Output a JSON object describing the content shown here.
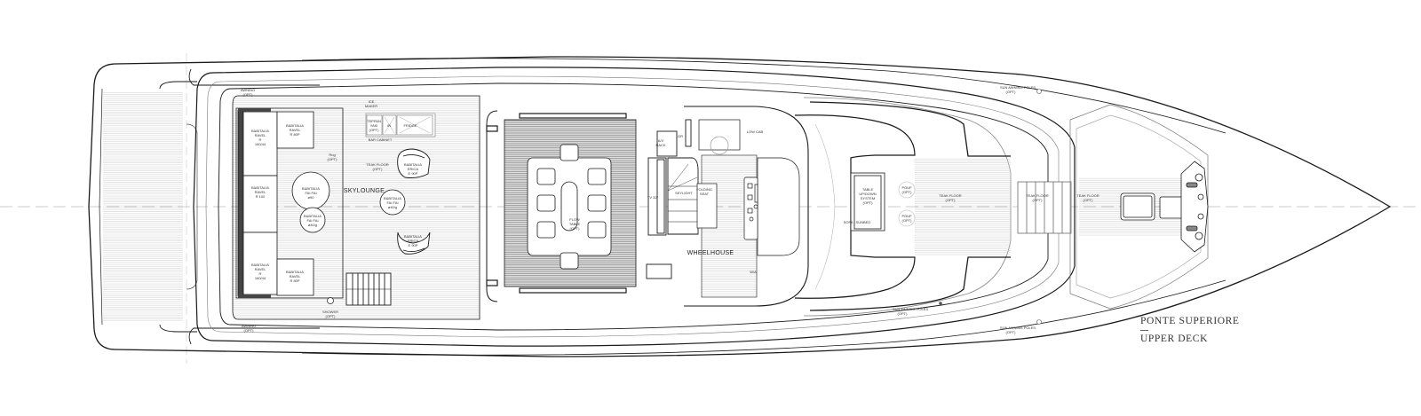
{
  "drawing": {
    "title_it": "PONTE SUPERIORE",
    "title_en": "UPPER DECK",
    "line_color": "#1a1a1a",
    "hatch_color": "#bdbdbd",
    "background": "#ffffff"
  },
  "rooms": {
    "skylounge": "SKYLOUNGE",
    "wheelhouse": "WHEELHOUSE"
  },
  "labels": {
    "awning_top": [
      "AWNING",
      "(OPT)"
    ],
    "awning_bottom": [
      "AWNING",
      "(OPT)"
    ],
    "ice_maker": [
      "ICE",
      "MAKER"
    ],
    "teppan": [
      "TEPPAN",
      "YAKI",
      "(OPT)"
    ],
    "ice_small": "IN",
    "fridge": "FRIDGE",
    "bar_cabinet": "BAR CABINET",
    "rug": [
      "Rug",
      "(OPT)"
    ],
    "teak_floor_lounge": [
      "TEAK FLOOR",
      "(OPT)"
    ],
    "shower": [
      "SHOWER",
      "(OPT)"
    ],
    "sofa_top": [
      "B&BITALIA",
      "RAVEL",
      "R",
      "160/44"
    ],
    "sofa_mid": [
      "B&BITALIA",
      "RAVEL",
      "R 100"
    ],
    "sofa_bottom": [
      "B&BITALIA",
      "RAVEL",
      "R",
      "160/44"
    ],
    "pouf_top": [
      "B&BITALIA",
      "RAVEL",
      "R 80P"
    ],
    "pouf_bottom": [
      "B&BITALIA",
      "RAVEL",
      "R 80P"
    ],
    "table_big": [
      "B&BITALIA",
      "FAI FAI",
      "ø90"
    ],
    "table_small": [
      "B&BITALIA",
      "FAI FAI",
      "ø40/g"
    ],
    "table_right": [
      "B&BITALIA",
      "FAI FAI",
      "ø40/g"
    ],
    "chair_top": [
      "B&BITALIA",
      "ERICA",
      "E 90P"
    ],
    "chair_bottom": [
      "B&BITALIA",
      "ERICA",
      "E 90P"
    ],
    "dining_table": [
      "FLOW",
      "TABLE",
      "(OPT)"
    ],
    "ar_rack": [
      "A/V",
      "RACK"
    ],
    "tv": "TV 32\"",
    "skylight": "SKYLIGHT",
    "folding_seat": [
      "FOLDING",
      "SEAT"
    ],
    "gr": "GR",
    "aft_console": "LOW CAB",
    "wc": "W/A",
    "sofa_sunbed": "SOFA / SUNBED",
    "table_updown": [
      "TABLE",
      "UP/DOWN",
      "SYSTEM",
      "(OPT)"
    ],
    "pouf_fwd_1": [
      "POUF",
      "(OPT)"
    ],
    "pouf_fwd_2": [
      "POUF",
      "(OPT)"
    ],
    "teak_floor_fwd_1": [
      "TEAK FLOOR",
      "(OPT)"
    ],
    "teak_floor_fwd_2": [
      "TEAK FLOOR",
      "(OPT)"
    ],
    "teak_floor_fwd_3": [
      "TEAK FLOOR",
      "(OPT)"
    ],
    "sun_awning_top": [
      "SUN AWNING POLES",
      "(OPT)"
    ],
    "sun_awning_bottom_1": [
      "SUN AWNING POLES",
      "(OPT)"
    ],
    "sun_awning_bottom_2": [
      "SUN AWNING POLES",
      "(OPT)"
    ]
  }
}
